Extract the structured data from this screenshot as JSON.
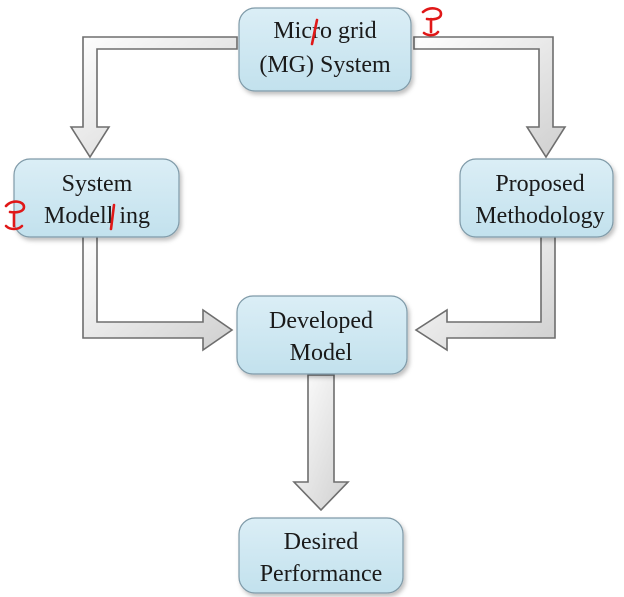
{
  "nodes": {
    "microgrid": {
      "lines": [
        "Micro grid",
        "(MG) System"
      ]
    },
    "system_modelling": {
      "lines": [
        "System",
        "Modell ing"
      ]
    },
    "proposed_methodology": {
      "lines": [
        "Proposed",
        "Methodology"
      ]
    },
    "developed_model": {
      "lines": [
        "Developed",
        "Model"
      ]
    },
    "desired_performance": {
      "lines": [
        "Desired",
        "Performance"
      ]
    }
  },
  "colors": {
    "box_fill_top": "#dbeef6",
    "box_fill_bottom": "#bfe0ec",
    "arrow_light": "#ffffff",
    "arrow_dark": "#c8c8c8",
    "edit_mark": "#e01818"
  }
}
